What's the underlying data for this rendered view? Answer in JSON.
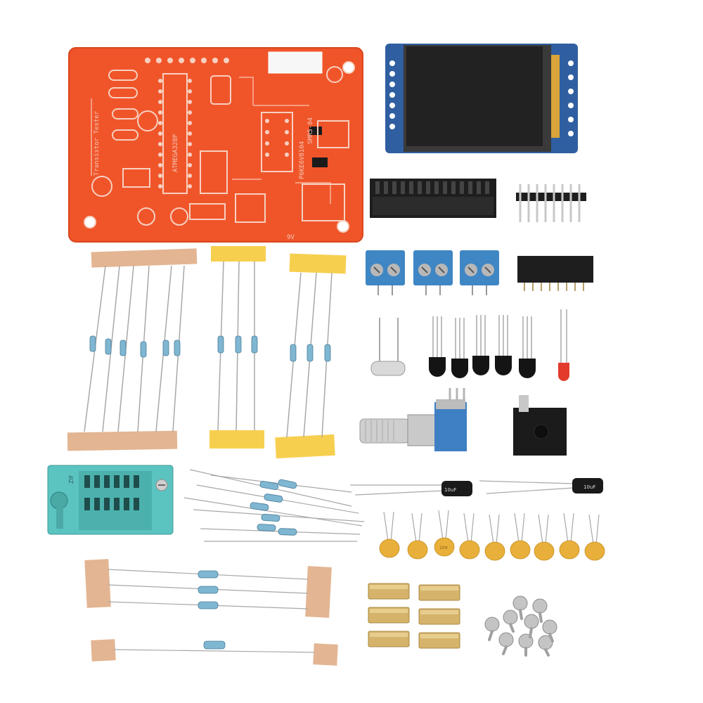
{
  "pcb": {
    "title_text": "Transistor Tester",
    "chip_text": "ATMEGA328P",
    "voltage_text": "9V",
    "regulator_text": "SMR5-04",
    "chip2_text": "P6KE6V8104",
    "colors": {
      "board": "#f0552a",
      "silk": "#f7d0c0"
    }
  },
  "parts": {
    "lcd_colors": {
      "frame": "#2f5fa0",
      "screen": "#222222"
    },
    "zif_text": "ZIF",
    "electrolytic_cap_text": "10uF",
    "ceramic_cap_text": "104",
    "colors": {
      "terminal": "#3f86c4",
      "header": "#1e1e1e",
      "resistor_body": "#7fb6d1",
      "tape_tan": "#e3b592",
      "tape_yellow": "#f7cf4f",
      "ceramic": "#e8b03a",
      "brass": "#d5b36a",
      "zif": "#5bc4c0",
      "led": "#e23b2c"
    }
  }
}
